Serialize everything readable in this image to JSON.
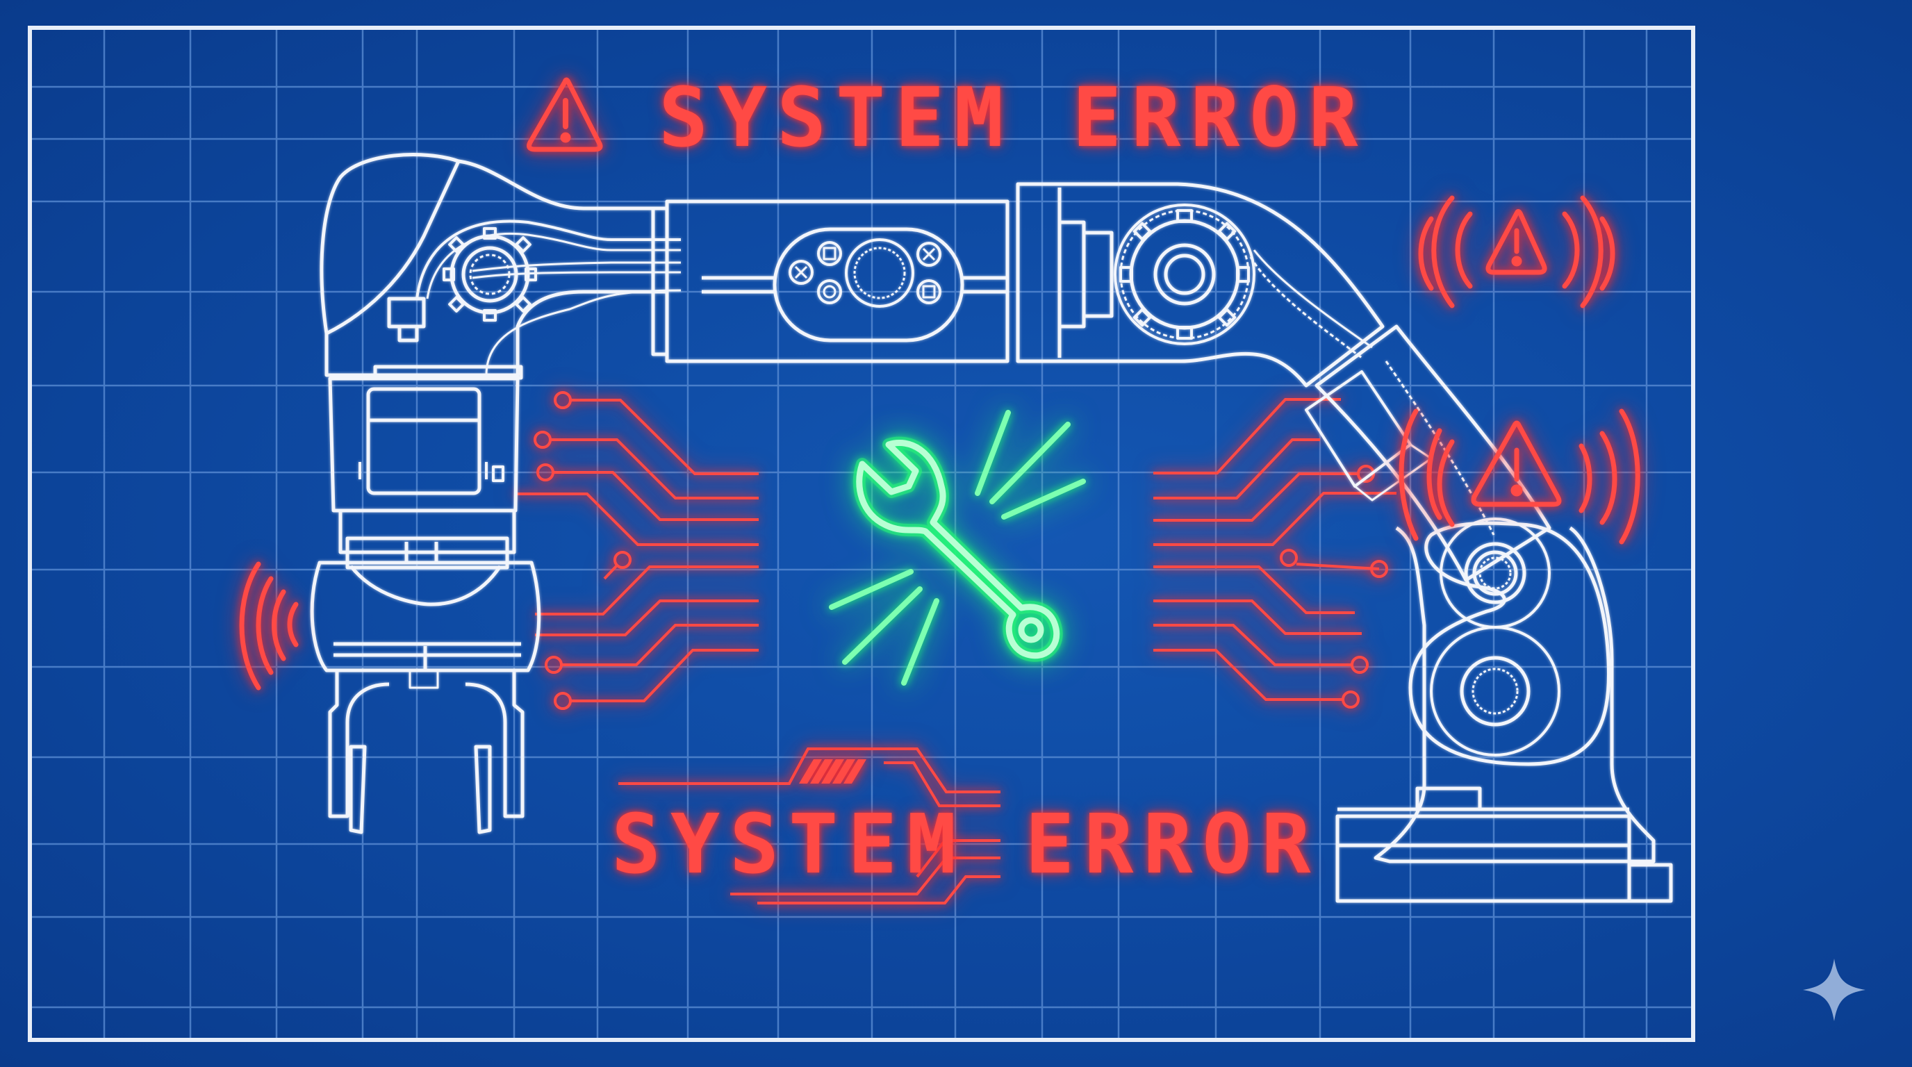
{
  "scene": {
    "background_color": "#0e4aa3",
    "grid_color": "#5d8fd6",
    "frame_color": "#e8eef8",
    "line_art_color": "#f2f5fb",
    "alert_color": "#ff4a45",
    "repair_color": "#2cf07a"
  },
  "labels": {
    "top_error": "SYSTEM ERROR",
    "bottom_error": "SYSTEM ERROR"
  },
  "icons": {
    "top_warning": "warning-triangle",
    "right_upper_alarm": "warning-triangle-with-signal-waves",
    "right_lower_alarm": "warning-triangle-with-signal-waves",
    "gripper_signal": "signal-waves",
    "center_repair": "wrench-with-sparks",
    "corner_mark": "four-point-sparkle",
    "control_panel_buttons": [
      "x-button",
      "square-button",
      "circle-button",
      "dial",
      "x-button",
      "square-button"
    ]
  }
}
